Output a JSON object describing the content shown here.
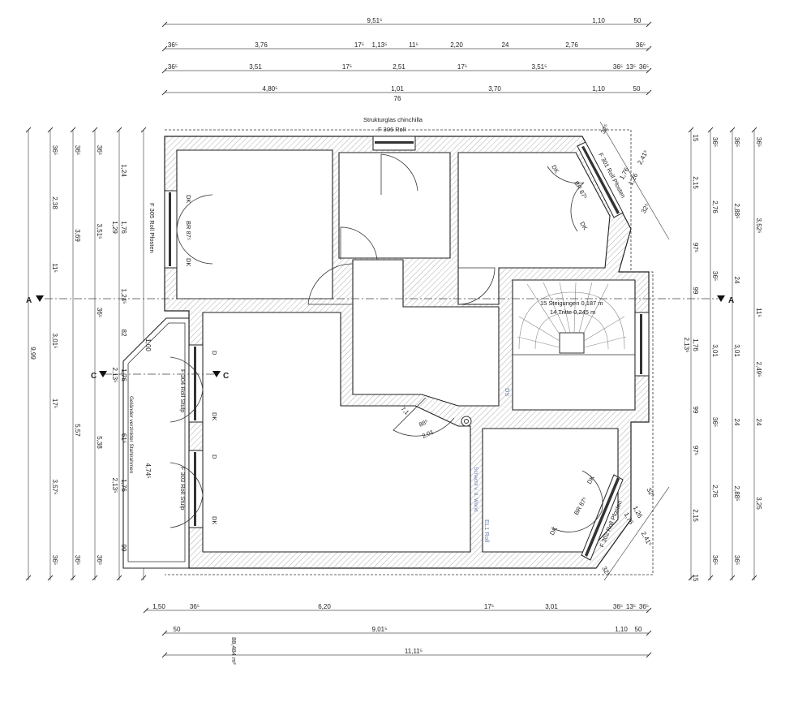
{
  "dims": {
    "top_row1": [
      "9,51⁵",
      "1,10",
      "50"
    ],
    "top_row2": [
      "36⁵",
      "3,76",
      "17⁵",
      "1,13⁵",
      "11⁵",
      "2,20",
      "24",
      "2,76",
      "36⁵"
    ],
    "top_row3": [
      "36⁵",
      "3,51",
      "17⁵",
      "2,51",
      "17⁵",
      "3,51⁵",
      "36⁵",
      "13⁵",
      "36⁵"
    ],
    "top_row4": [
      "4,80⁵",
      "1,01",
      "76",
      "3,70",
      "1,10",
      "50"
    ],
    "bottom_row1": [
      "1,50",
      "36⁵",
      "6,20",
      "17⁵",
      "3,01",
      "36⁵",
      "13⁵",
      "36⁵"
    ],
    "bottom_row2": [
      "50",
      "9,01⁵",
      "1,10",
      "50"
    ],
    "bottom_row3": [
      "11,11⁵"
    ],
    "left_col1": [
      "9,99"
    ],
    "left_col2": [
      "36⁵",
      "2,38",
      "11⁵",
      "3,01⁵",
      "17⁵",
      "3,57⁵",
      "36⁵"
    ],
    "left_col3": [
      "36⁵",
      "3,69",
      "5,57",
      "36⁵"
    ],
    "left_col4": [
      "36⁵",
      "3,51⁵",
      "36⁵",
      "5,38",
      "36⁵"
    ],
    "left_col5": [
      "1,24",
      "1,76",
      "1,29",
      "1,24⁵",
      "82",
      "1,76",
      "2,13⁵",
      "61⁵",
      "1,76",
      "2,13⁵",
      "99"
    ],
    "left_col6": [
      "1,00",
      "4,74⁵"
    ],
    "right_col1": [
      "15",
      "2,15",
      "97⁵",
      "99",
      "1,76",
      "2,13⁵",
      "99",
      "97⁵",
      "2,15",
      "15"
    ],
    "right_col2": [
      "36⁵",
      "2,76",
      "36⁵",
      "3,01",
      "36⁵",
      "2,76",
      "36⁵"
    ],
    "right_col3": [
      "36⁵",
      "2,88⁵",
      "24",
      "3,01",
      "24",
      "2,88⁵",
      "36⁵"
    ],
    "right_col4": [
      "36⁵",
      "3,52⁵",
      "11⁵",
      "2,49⁵",
      "24",
      "3,25"
    ],
    "diag_top": [
      "2,41⁵",
      "1,76",
      "1,26",
      "32⁵",
      "32⁵"
    ],
    "diag_bottom": [
      "2,41⁵",
      "1,76",
      "1,26",
      "32⁵",
      "32⁵"
    ]
  },
  "area": "88,484 m²",
  "sections": {
    "a_left": "A",
    "a_right": "A",
    "c_left": "C",
    "c_right": "C"
  },
  "windows": {
    "f306_note": "Strukturglas chinchilla",
    "f306": "F 306  Roll",
    "f305": "F 305 Roll Pfosten",
    "f304": "F 304 Roll Stulp",
    "f303": "F 303 Roll Stulp",
    "f301": "F 301 Roll Pfosten",
    "f302": "F 302 Roll Pfosten"
  },
  "sash_labels": {
    "f305_top": "DK",
    "f305_mid": "BR 87⁵",
    "f305_bot": "DK",
    "f304_top": "D",
    "f304_bot": "DK",
    "f303_top": "D",
    "f303_bot": "DK",
    "f301_top": "DK",
    "f301_mid": "BR 87⁵",
    "f301_bot": "DK",
    "f302_top": "DK",
    "f302_mid": "BR 87⁵",
    "f302_bot": "DK"
  },
  "stairs": {
    "risers": "15 Steigungen 0,187 m",
    "treads": "14 Tritte 0,245 m"
  },
  "notes": {
    "railing": "Geländer verzinkter Stahlrahmen",
    "shaft": "Schacht v. d. Wand",
    "el": "EL1 Roll",
    "door_w": "7,1",
    "door_angle": "88⁵",
    "door_h": "2,01",
    "ds": "DS"
  }
}
